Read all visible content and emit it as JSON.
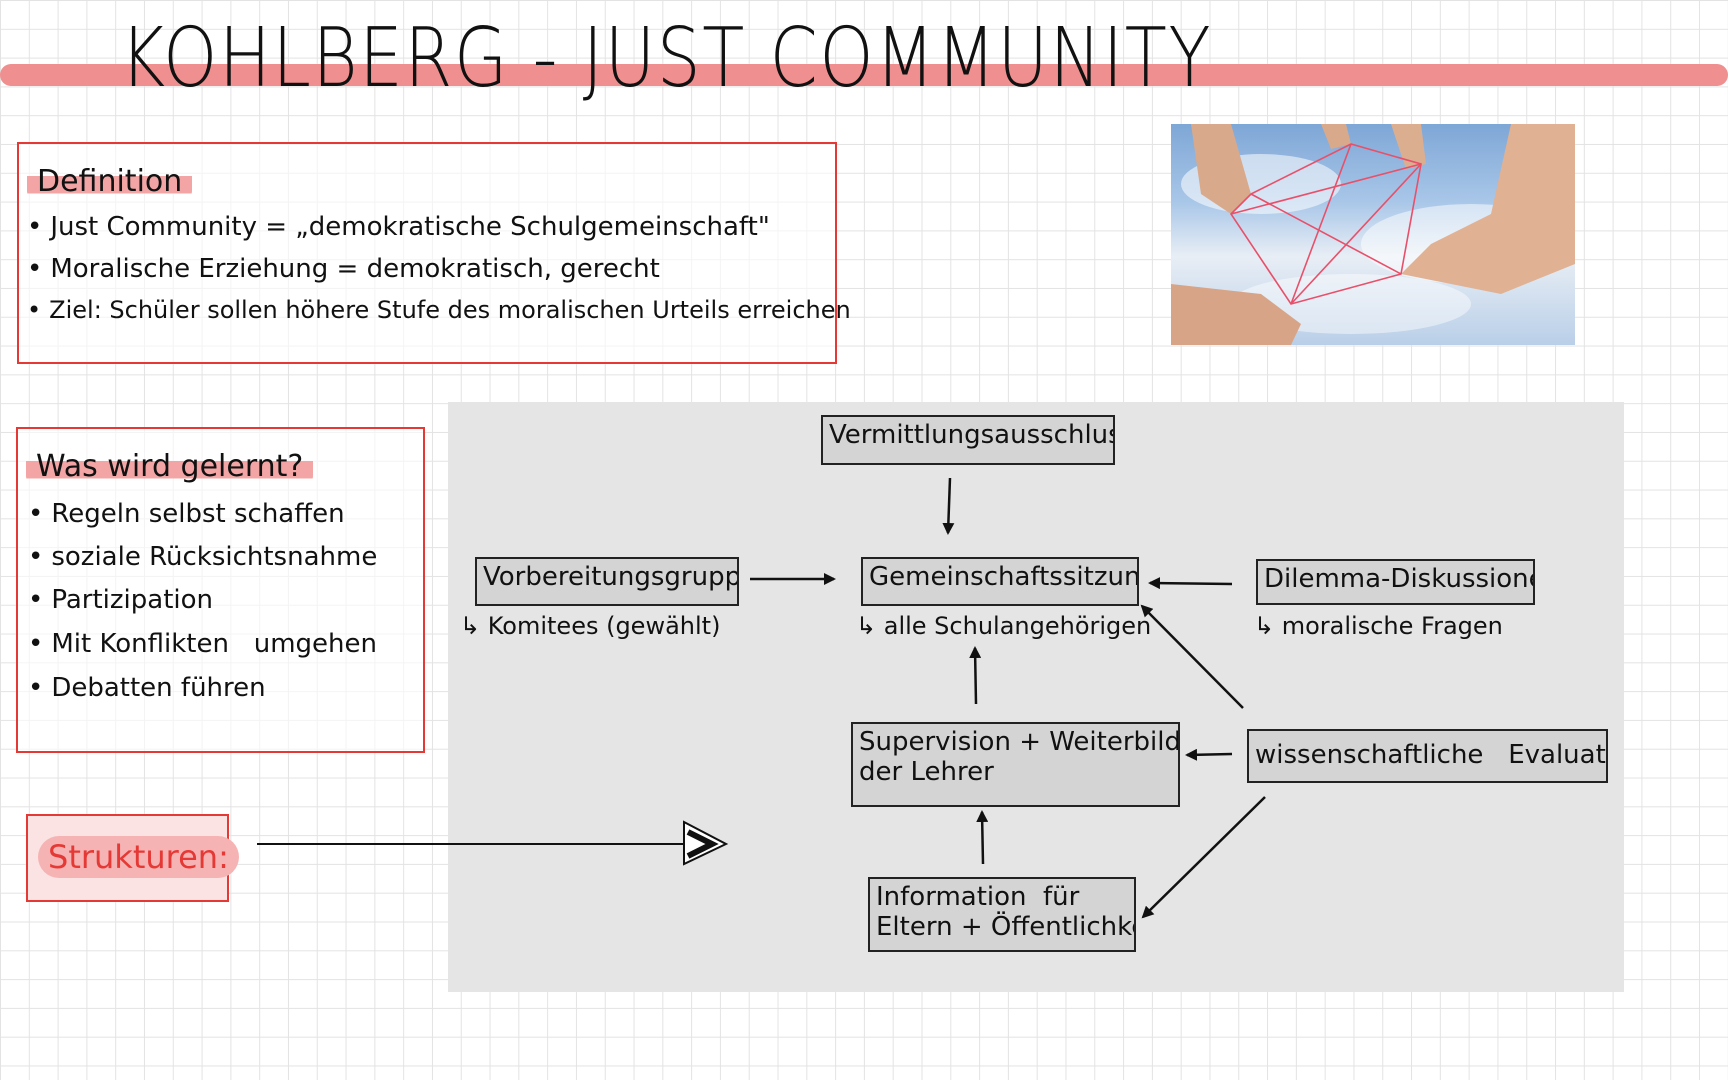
{
  "title": "KOHLBERG - JUST COMMUNITY",
  "definition": {
    "heading": "Definition",
    "bullets": [
      "Just Community = „demokratische Schulgemeinschaft\"",
      "Moralische Erziehung = demokratisch, gerecht",
      "Ziel: Schüler sollen höhere Stufe des moralischen Urteils erreichen"
    ]
  },
  "learned": {
    "heading": "Was wird gelernt?",
    "bullets": [
      "Regeln selbst schaffen",
      "soziale Rücksichtsnahme",
      "Partizipation",
      "Mit Konflikten   umgehen",
      "Debatten führen"
    ]
  },
  "structures_label": "Strukturen:",
  "diagram": {
    "vermittlung": "Vermittlungsausschluss",
    "vorbereitung": "Vorbereitungsgruppen",
    "vorbereitung_sub": "↳ Komitees (gewählt)",
    "gemeinschaft": "Gemeinschaftssitzung",
    "gemeinschaft_sub": "↳ alle Schulangehörigen",
    "dilemma": "Dilemma-Diskussionen",
    "dilemma_sub": "↳ moralische Fragen",
    "supervision_l1": "Supervision + Weiterbildung",
    "supervision_l2": "der Lehrer",
    "evaluation": "wissenschaftliche   Evaluation",
    "information_l1": "Information  für",
    "information_l2": "Eltern + Öffentlichkeit"
  },
  "colors": {
    "accent_red": "#e53935",
    "highlight_pink": "#f08f8f",
    "diagram_bg": "#e5e5e5",
    "node_fill": "#d4d4d4"
  }
}
